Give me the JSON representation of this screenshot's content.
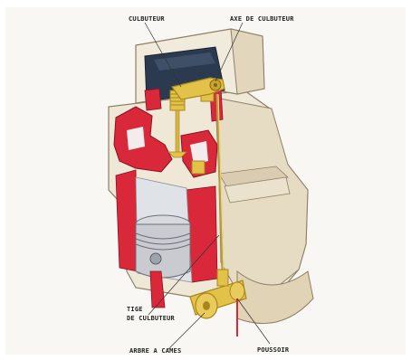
{
  "labels": {
    "culbuteur": "CULBUTEUR",
    "axe_de_culbuteur": "AXE DE CULBUTEUR",
    "tige_line1": "TIGE",
    "tige_line2": "DE CULBUTEUR",
    "arbre_a_cames": "ARBRE A CAMES",
    "poussoir": "POUSSOIR"
  },
  "colors": {
    "engine_body": "#efe8d7",
    "engine_shadow": "#d9ccb0",
    "cutaway_red": "#d9283a",
    "valve_gold": "#e3c24a",
    "valve_dark": "#a8861c",
    "piston_gray": "#c9cbd0",
    "pushrod": "#b79a3c"
  }
}
